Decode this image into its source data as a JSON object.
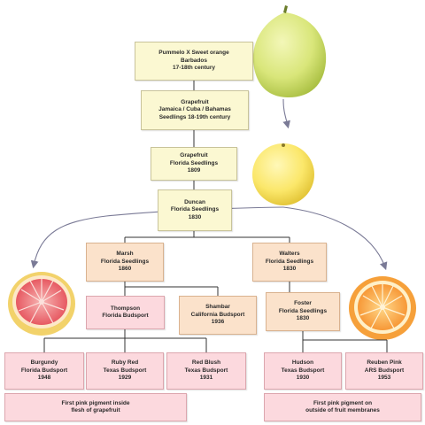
{
  "colors": {
    "yellow_box": "#fbf8d2",
    "peach_box": "#fbe2cb",
    "pink_box": "#fcd9de",
    "connector": "#333333",
    "arrow": "#7a7a96"
  },
  "nodes": {
    "pummelo": [
      "Pummelo X Sweet orange",
      "Barbados",
      "17-18th century"
    ],
    "grapefruit_jamaica": [
      "Grapefruit",
      "Jamaica / Cuba / Bahamas",
      "Seedlings 18-19th century"
    ],
    "grapefruit_florida": [
      "Grapefruit",
      "Florida Seedlings",
      "1809"
    ],
    "duncan": [
      "Duncan",
      "Florida Seedlings",
      "1830"
    ],
    "marsh": [
      "Marsh",
      "Florida Seedlings",
      "1860"
    ],
    "walters": [
      "Walters",
      "Florida Seedlings",
      "1830"
    ],
    "thompson": [
      "Thompson",
      "Florida Budsport"
    ],
    "shambar": [
      "Shambar",
      "California Budsport",
      "1936"
    ],
    "foster": [
      "Foster",
      "Florida Seedlings",
      "1830"
    ],
    "burgundy": [
      "Burgundy",
      "Florida Budsport",
      "1948"
    ],
    "ruby_red": [
      "Ruby Red",
      "Texas Budsport",
      "1929"
    ],
    "red_blush": [
      "Red Blush",
      "Texas Budsport",
      "1931"
    ],
    "hudson": [
      "Hudson",
      "Texas Budsport",
      "1930"
    ],
    "reuben_pink": [
      "Reuben Pink",
      "ARS Budsport",
      "1953"
    ],
    "note_left": [
      "First pink pigment inside",
      "flesh of grapefruit"
    ],
    "note_right": [
      "First pink pigment on",
      "outside of fruit membranes"
    ]
  },
  "images": {
    "pummelo_fruit": "green pummelo fruit",
    "grapefruit_fruit": "yellow grapefruit",
    "pink_slice": "pink grapefruit half",
    "orange_slice": "orange-pink grapefruit half"
  }
}
